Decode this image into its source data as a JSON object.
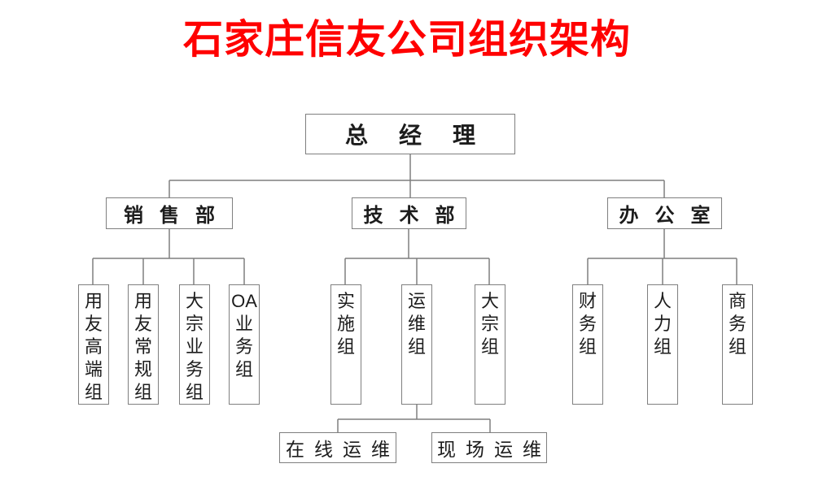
{
  "title": "石家庄信友公司组织架构",
  "colors": {
    "title_red": "#ff0000",
    "line_gray": "#7f7f7f",
    "text_black": "#1c1c1c",
    "background": "#ffffff"
  },
  "org": {
    "ceo": {
      "label": "总经理"
    },
    "departments": [
      {
        "label": "销售部",
        "groups": [
          {
            "label": "用友高端组",
            "lines": [
              "用",
              "友",
              "高",
              "端",
              "组"
            ]
          },
          {
            "label": "用友常规组",
            "lines": [
              "用",
              "友",
              "常",
              "规",
              "组"
            ]
          },
          {
            "label": "大宗业务组",
            "lines": [
              "大",
              "宗",
              "业",
              "务",
              "组"
            ]
          },
          {
            "label": "OA业务组",
            "lines": [
              "OA",
              "业",
              "务",
              "组"
            ]
          }
        ]
      },
      {
        "label": "技术部",
        "groups": [
          {
            "label": "实施组",
            "lines": [
              "实",
              "施",
              "组"
            ]
          },
          {
            "label": "运维组",
            "lines": [
              "运",
              "维",
              "组"
            ],
            "children": [
              {
                "label": "在线运维"
              },
              {
                "label": "现场运维"
              }
            ]
          },
          {
            "label": "大宗组",
            "lines": [
              "大",
              "宗",
              "组"
            ]
          }
        ]
      },
      {
        "label": "办公室",
        "groups": [
          {
            "label": "财务组",
            "lines": [
              "财",
              "务",
              "组"
            ]
          },
          {
            "label": "人力组",
            "lines": [
              "人",
              "力",
              "组"
            ]
          },
          {
            "label": "商务组",
            "lines": [
              "商",
              "务",
              "组"
            ]
          }
        ]
      }
    ]
  }
}
